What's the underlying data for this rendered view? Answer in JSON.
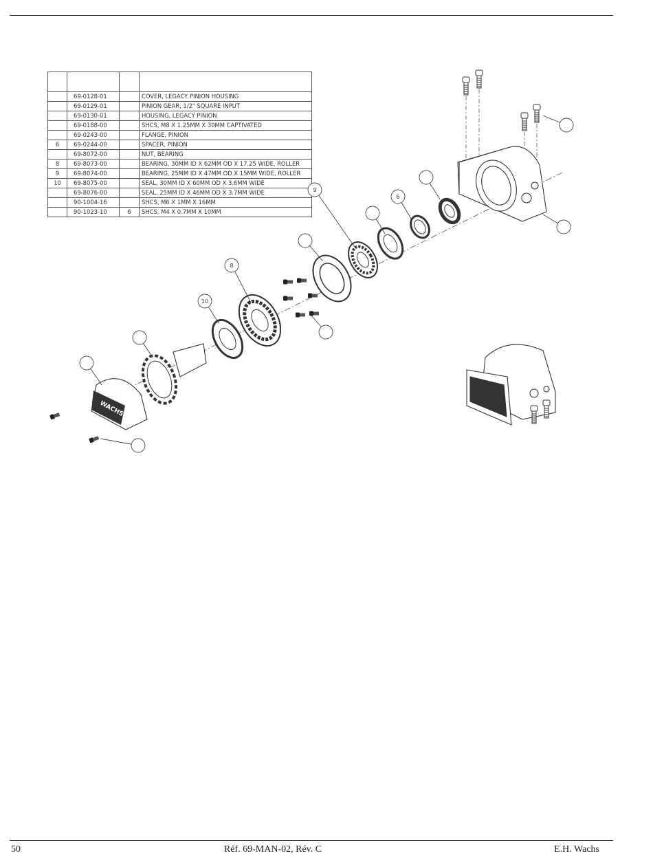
{
  "parts_table": {
    "headers": {
      "item": "",
      "part_number": "",
      "qty": "",
      "description": ""
    },
    "rows": [
      {
        "item": "",
        "part_number": "69-0128-01",
        "qty": "",
        "description": "COVER, LEGACY PINION HOUSING"
      },
      {
        "item": "",
        "part_number": "69-0129-01",
        "qty": "",
        "description": "PINION GEAR, 1/2\" SQUARE INPUT"
      },
      {
        "item": "",
        "part_number": "69-0130-01",
        "qty": "",
        "description": "HOUSING, LEGACY PINION"
      },
      {
        "item": "",
        "part_number": "69-0188-00",
        "qty": "",
        "description": "SHCS, M8 X 1.25MM X 30MM CAPTIVATED"
      },
      {
        "item": "",
        "part_number": "69-0243-00",
        "qty": "",
        "description": "FLANGE, PINION"
      },
      {
        "item": "6",
        "part_number": "69-0244-00",
        "qty": "",
        "description": "SPACER, PINION"
      },
      {
        "item": "",
        "part_number": "69-8072-00",
        "qty": "",
        "description": "NUT, BEARING"
      },
      {
        "item": "8",
        "part_number": "69-8073-00",
        "qty": "",
        "description": "BEARING, 30MM ID X 62MM OD X 17.25 WIDE, ROLLER"
      },
      {
        "item": "9",
        "part_number": "69-8074-00",
        "qty": "",
        "description": "BEARING, 25MM ID X 47MM OD X 15MM WIDE, ROLLER"
      },
      {
        "item": "10",
        "part_number": "69-8075-00",
        "qty": "",
        "description": "SEAL, 30MM ID X 60MM OD X 3.6MM WIDE"
      },
      {
        "item": "",
        "part_number": "69-8076-00",
        "qty": "",
        "description": "SEAL, 25MM ID X 46MM OD X 3.7MM WIDE"
      },
      {
        "item": "",
        "part_number": "90-1004-16",
        "qty": "",
        "description": "SHCS, M6 X 1MM X 16MM"
      },
      {
        "item": "",
        "part_number": "90-1023-10",
        "qty": "6",
        "description": "SHCS, M4 X 0.7MM X 10MM"
      }
    ]
  },
  "balloons": [
    {
      "label": ""
    },
    {
      "label": ""
    },
    {
      "label": ""
    },
    {
      "label": "6"
    },
    {
      "label": ""
    },
    {
      "label": "9"
    },
    {
      "label": ""
    },
    {
      "label": "8"
    },
    {
      "label": ""
    },
    {
      "label": "10"
    },
    {
      "label": ""
    },
    {
      "label": ""
    },
    {
      "label": ""
    },
    {
      "label": ""
    }
  ],
  "cover_logo_text": "WACHS",
  "footer": {
    "page_number": "50",
    "reference": "Réf. 69-MAN-02, Rév. C",
    "company": "E.H. Wachs"
  },
  "colors": {
    "ink": "#333333",
    "rule": "#333333"
  }
}
